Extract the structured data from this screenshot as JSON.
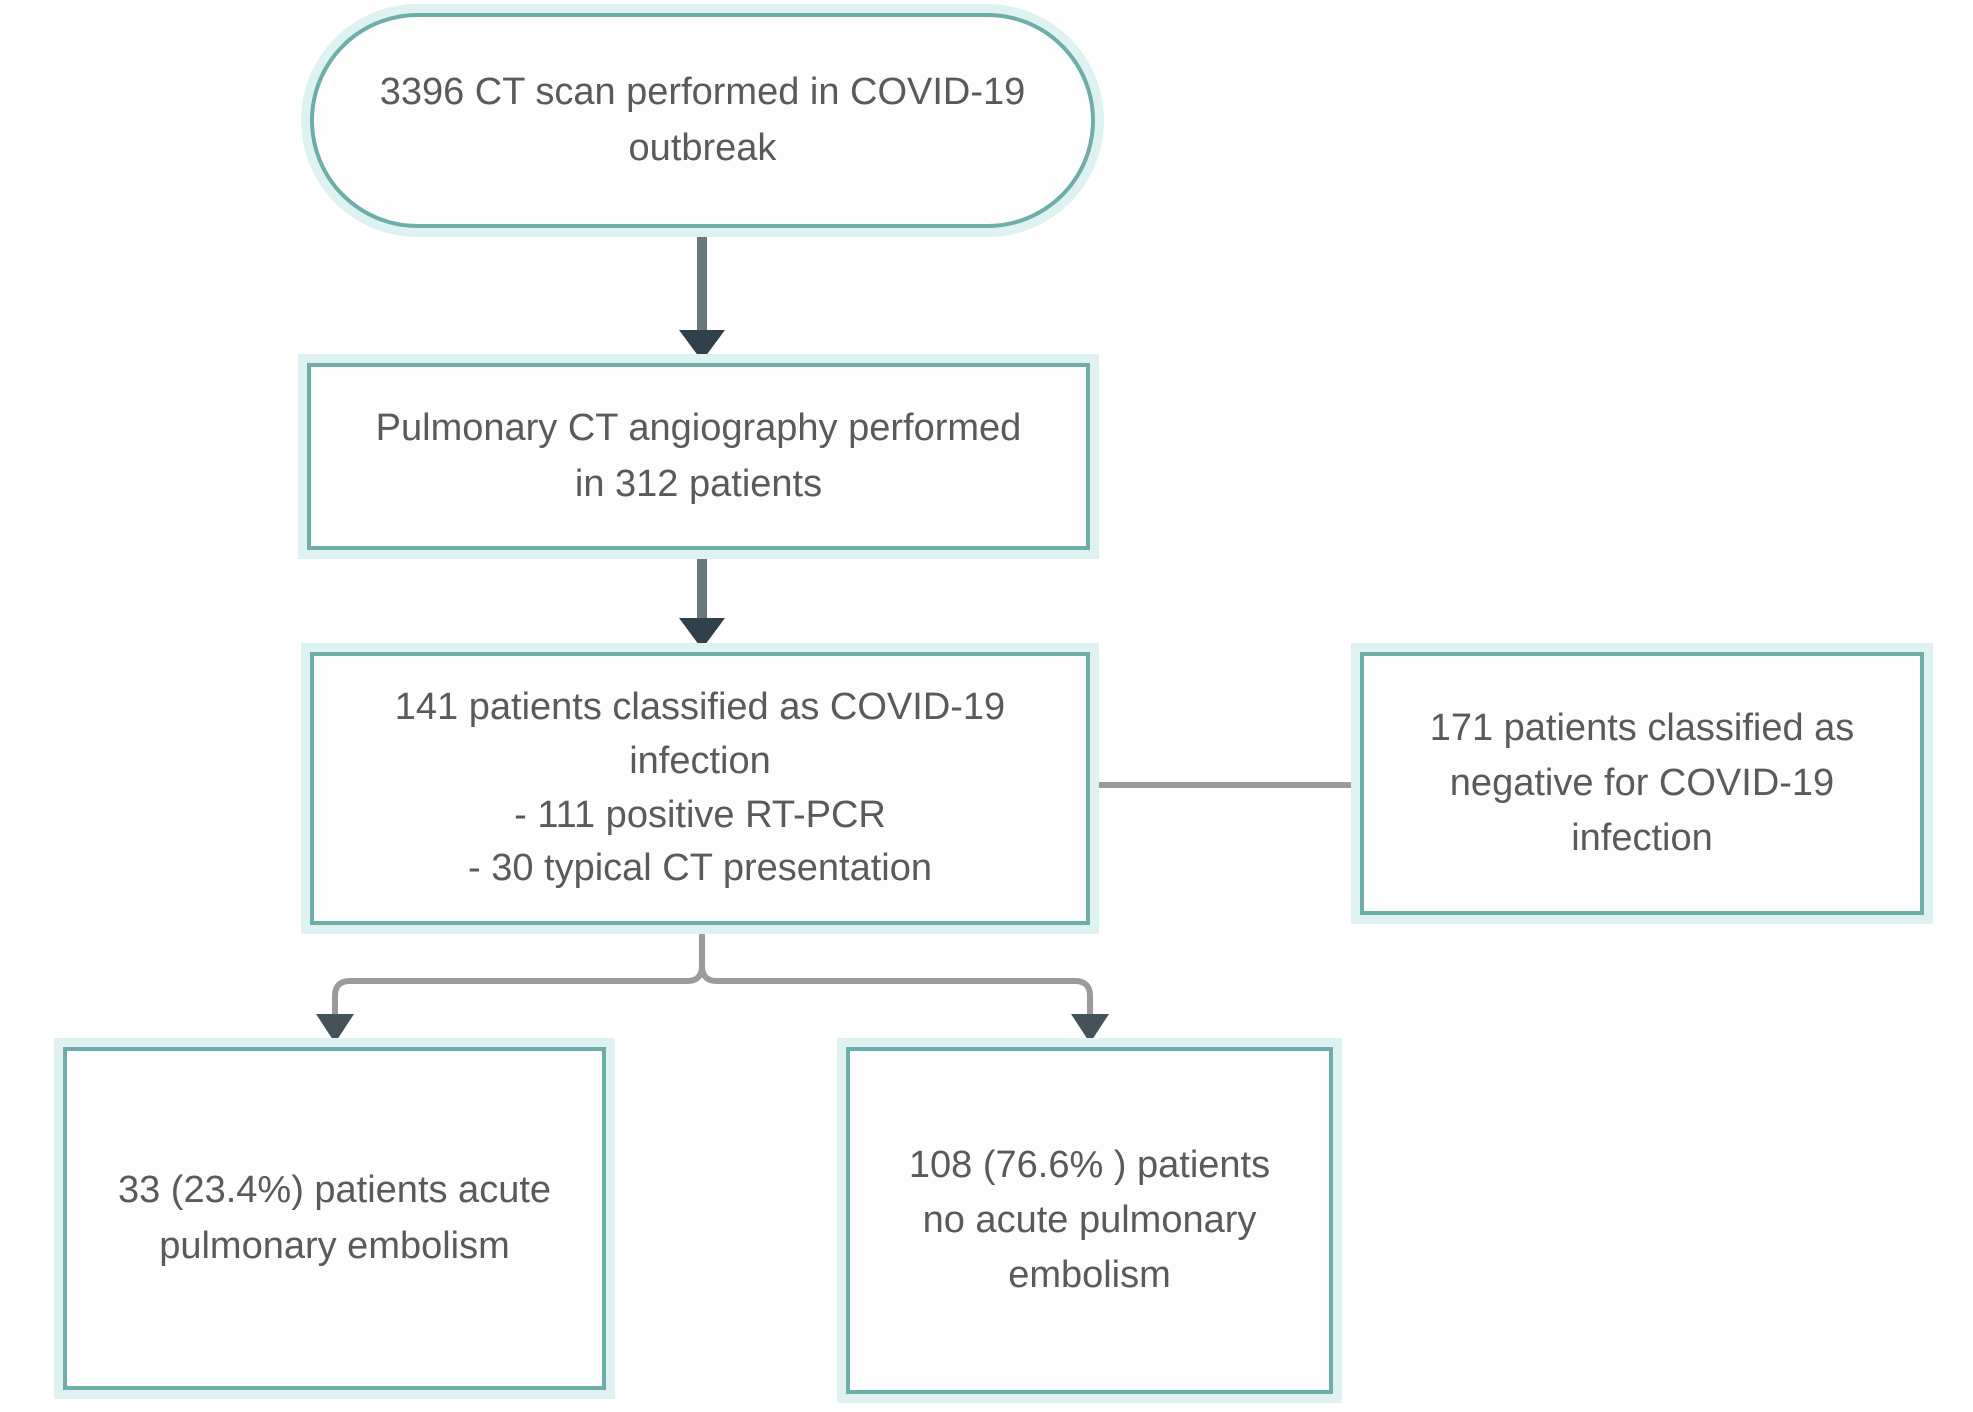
{
  "diagram": {
    "type": "flowchart",
    "nodes": [
      {
        "id": "ct-scans",
        "shape": "stadium",
        "text": "3396 CT scan performed in COVID-19\noutbreak"
      },
      {
        "id": "pulmonary-cta",
        "shape": "rectangle",
        "text": "Pulmonary CT angiography performed\nin 312 patients"
      },
      {
        "id": "covid-positive",
        "shape": "rectangle",
        "text": "141 patients classified as COVID-19\ninfection\n- 111 positive RT-PCR\n- 30 typical CT presentation"
      },
      {
        "id": "covid-negative",
        "shape": "rectangle",
        "text": "171 patients classified as\nnegative for COVID-19\ninfection"
      },
      {
        "id": "acute-pe",
        "shape": "rectangle",
        "text": "33 (23.4%) patients acute\npulmonary embolism"
      },
      {
        "id": "no-acute-pe",
        "shape": "rectangle",
        "text": "108 (76.6% ) patients\nno acute pulmonary\nembolism"
      }
    ],
    "edges": [
      {
        "from": "ct-scans",
        "to": "pulmonary-cta",
        "style": "arrow-down"
      },
      {
        "from": "pulmonary-cta",
        "to": "covid-positive",
        "style": "arrow-down"
      },
      {
        "from": "covid-positive",
        "to": "covid-negative",
        "style": "plain-horizontal"
      },
      {
        "from": "covid-positive",
        "to": "acute-pe",
        "style": "branch-arrow"
      },
      {
        "from": "covid-positive",
        "to": "no-acute-pe",
        "style": "branch-arrow"
      }
    ],
    "colors": {
      "border_teal": "#6fada9",
      "glow": "#def2f2",
      "arrow_shaft": "#67787e",
      "arrow_head": "#2e4049",
      "connector_gray": "#9b9b9b",
      "branch_head": "#44535a",
      "text": "#5a5a5a",
      "node_bg": "#fdfdfd"
    }
  }
}
